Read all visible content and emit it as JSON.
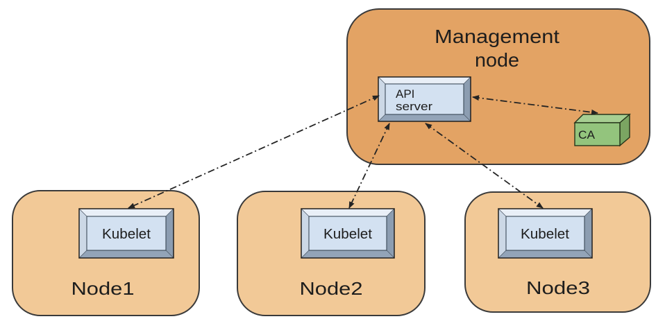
{
  "management_node": {
    "title_line1": "Management",
    "title_line2": "node",
    "api_server": {
      "label_line1": "API",
      "label_line2": "server"
    },
    "ca": {
      "label": "CA"
    }
  },
  "nodes": [
    {
      "label": "Node1",
      "component": "Kubelet"
    },
    {
      "label": "Node2",
      "component": "Kubelet"
    },
    {
      "label": "Node3",
      "component": "Kubelet"
    }
  ],
  "colors": {
    "management_fill": "#e3a364",
    "node_fill": "#f2c997",
    "box_face": "#d3e1f1",
    "box_bevel_top": "#e9eff7",
    "box_bevel_left": "#ccd8e6",
    "box_bevel_right": "#8c9db1",
    "box_bevel_bottom": "#93a4b8",
    "ca_front": "#93c47d",
    "ca_top": "#a7cf92",
    "ca_side": "#7ba562",
    "connector": "#242424"
  }
}
